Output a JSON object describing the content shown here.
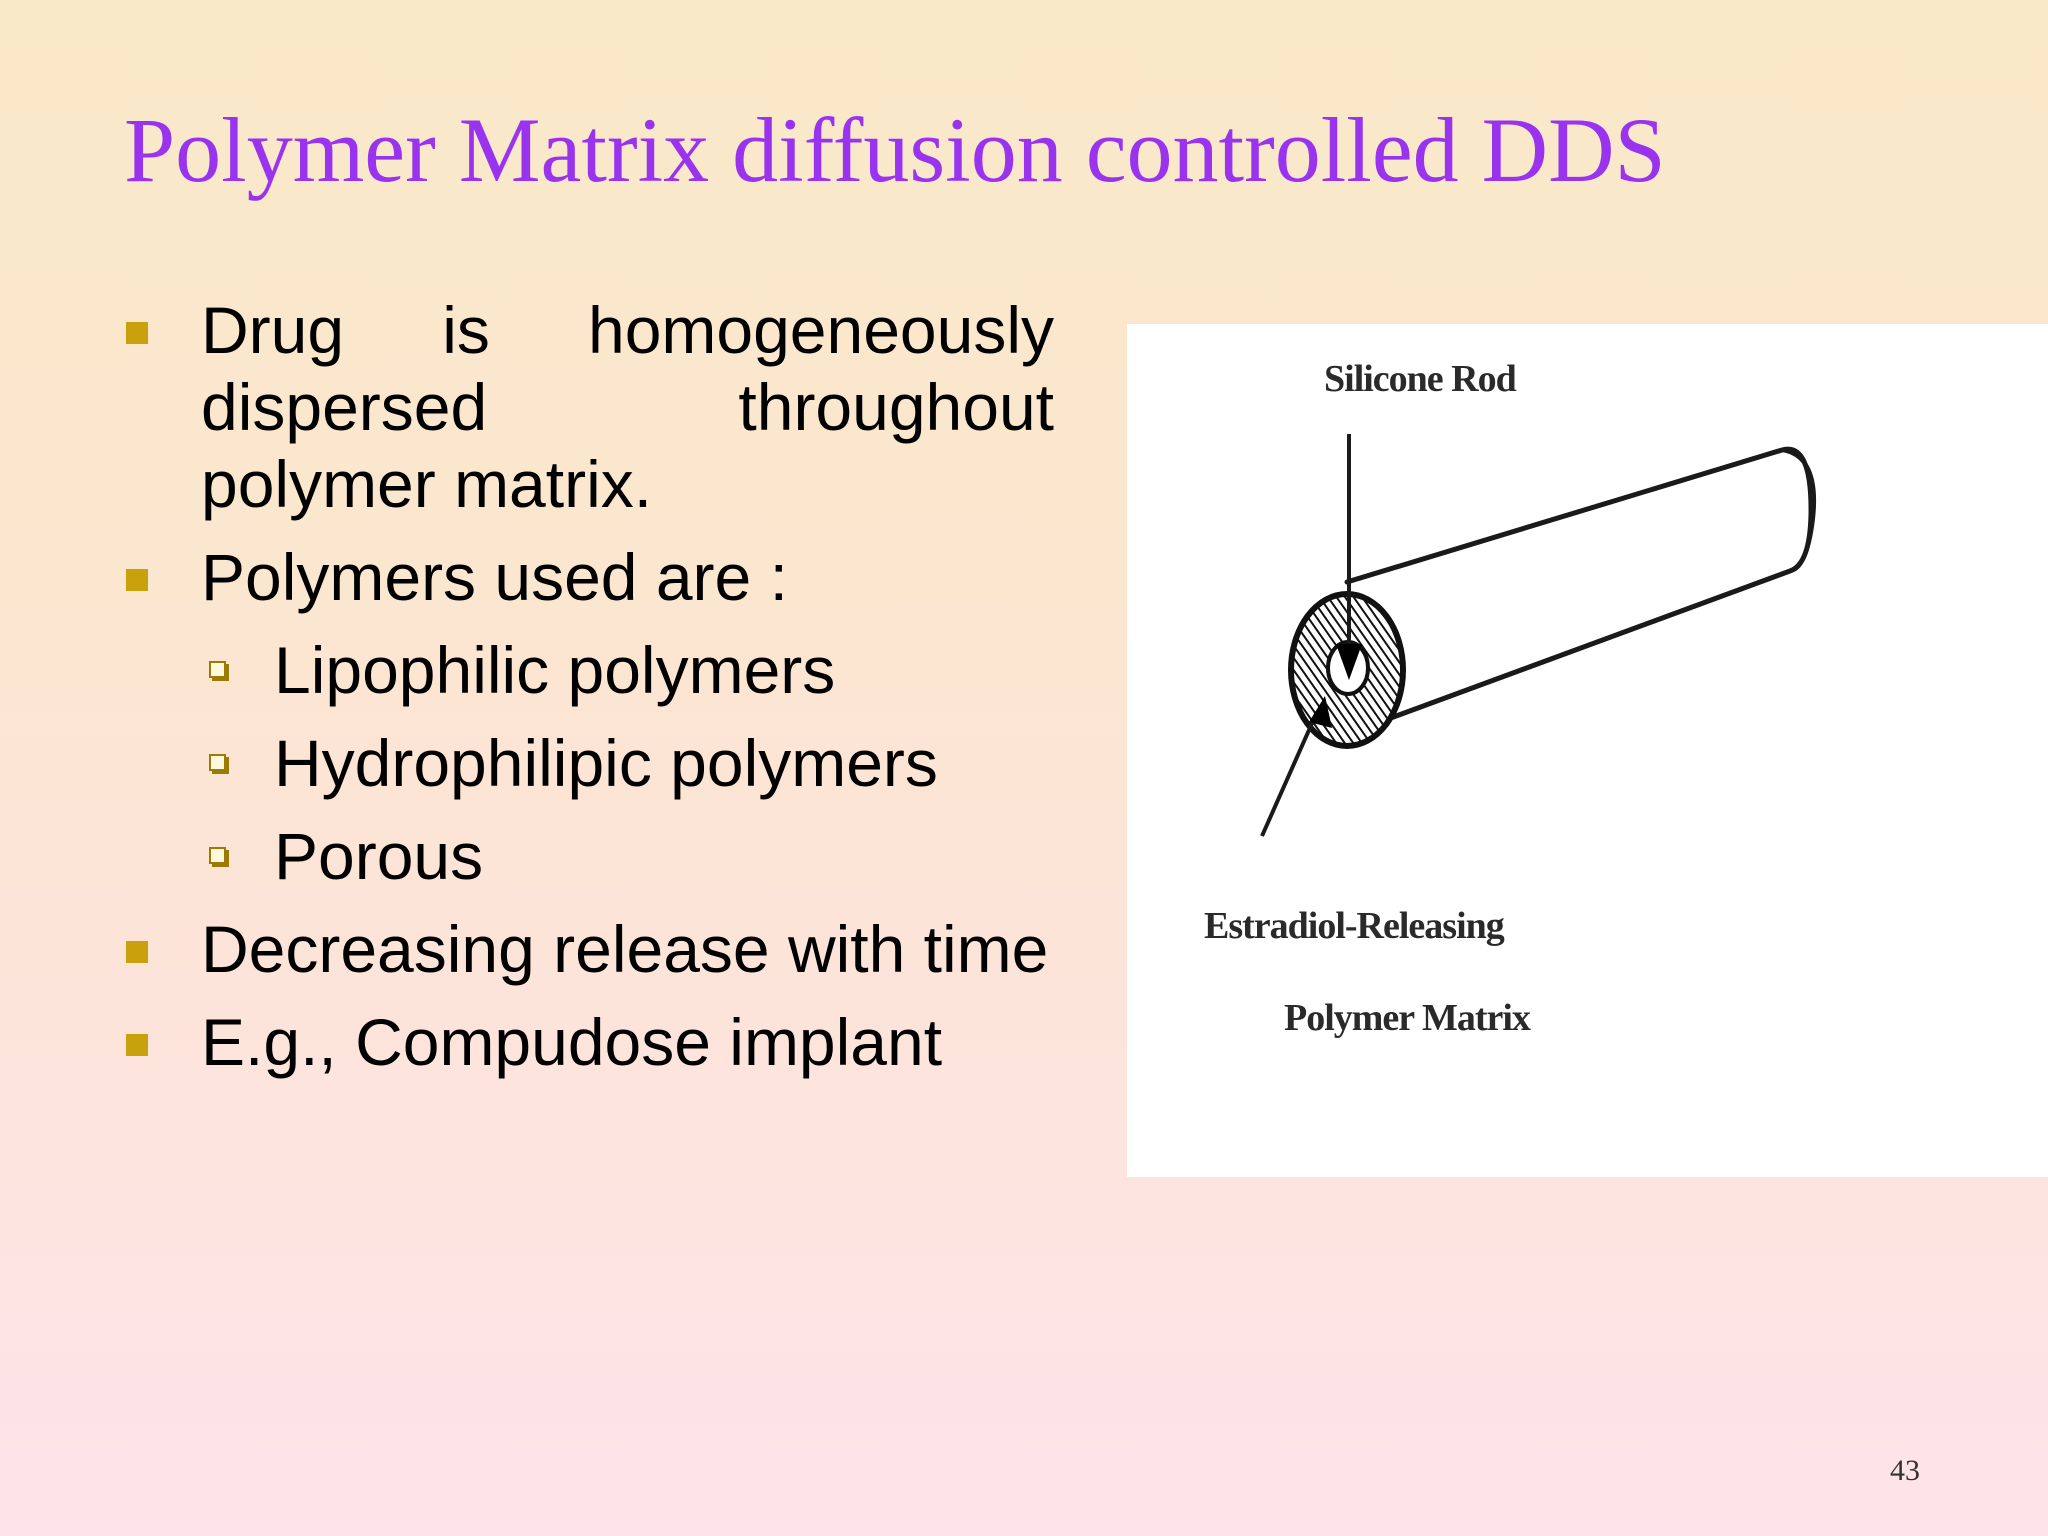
{
  "slide": {
    "title": "Polymer Matrix diffusion controlled DDS",
    "bullets": [
      "Drug is homogeneously dispersed throughout polymer matrix.",
      "Polymers used are :",
      "Decreasing release with time",
      "E.g., Compudose implant"
    ],
    "sub_bullets": [
      "Lipophilic polymers",
      "Hydrophilipic polymers",
      "Porous"
    ],
    "figure": {
      "label_top": "Silicone Rod",
      "label_bottom_line1": "Estradiol-Releasing",
      "label_bottom_line2": "Polymer Matrix"
    },
    "page_number": "43"
  },
  "colors": {
    "title": "#9933ee",
    "bullet_marker": "#c9a10d",
    "sub_bullet_marker": "#9b7a08",
    "body_text": "#000000",
    "background_top": "#fae9c8",
    "background_bottom": "#fee3ea"
  },
  "icons": {
    "bullet": "filled-square-bullet",
    "sub_bullet": "shadowed-square-bullet"
  }
}
